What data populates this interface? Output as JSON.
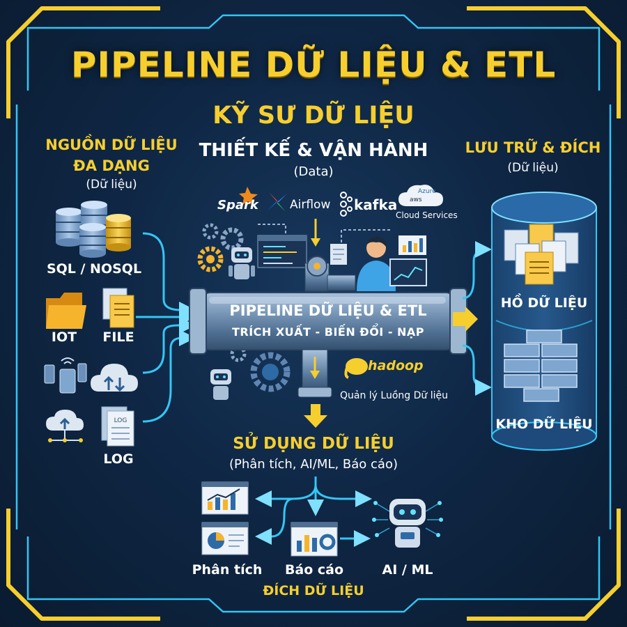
{
  "title": "PIPELINE DỮ LIỆU & ETL",
  "engineer": {
    "title": "KỸ SƯ DỮ LIỆU",
    "subtitle": "THIẾT KẾ & VẬN HÀNH",
    "note": "(Data)"
  },
  "sources": {
    "title_line1": "NGUỒN DỮ LIỆU",
    "title_line2": "ĐA DẠNG",
    "subtitle": "(Dữ liệu)",
    "items": [
      "SQL / NOSQL",
      "IOT",
      "FILE",
      "LOG"
    ]
  },
  "tools": {
    "spark": "Spark",
    "airflow": "Airflow",
    "kafka": "kafka",
    "cloud_label": "Cloud Services",
    "cloud_azure": "Azure",
    "cloud_aws": "aws",
    "hadoop": "hadoop",
    "flow_manager": "Quản lý Luồng Dữ liệu"
  },
  "pipeline": {
    "title": "PIPELINE DỮ LIỆU & ETL",
    "steps": "TRÍCH XUẤT - BIẾN ĐỔI - NẠP"
  },
  "storage": {
    "title": "LƯU TRỮ & ĐÍCH",
    "subtitle": "(Dữ liệu)",
    "lake": "HỒ DỮ LIỆU",
    "warehouse": "KHO DỮ LIỆU"
  },
  "usage": {
    "title": "SỬ DỤNG DỮ LIỆU",
    "subtitle": "(Phân tích, AI/ML, Báo cáo)",
    "analytics": "Phân tích",
    "reports": "Báo cáo",
    "aiml": "AI / ML",
    "destination": "ĐÍCH DỮ LIỆU"
  },
  "colors": {
    "accent_yellow": "#f6cf2f",
    "neon_blue": "#34c6f4",
    "background": "#0f2745",
    "pipe": "#6f8fb0"
  }
}
